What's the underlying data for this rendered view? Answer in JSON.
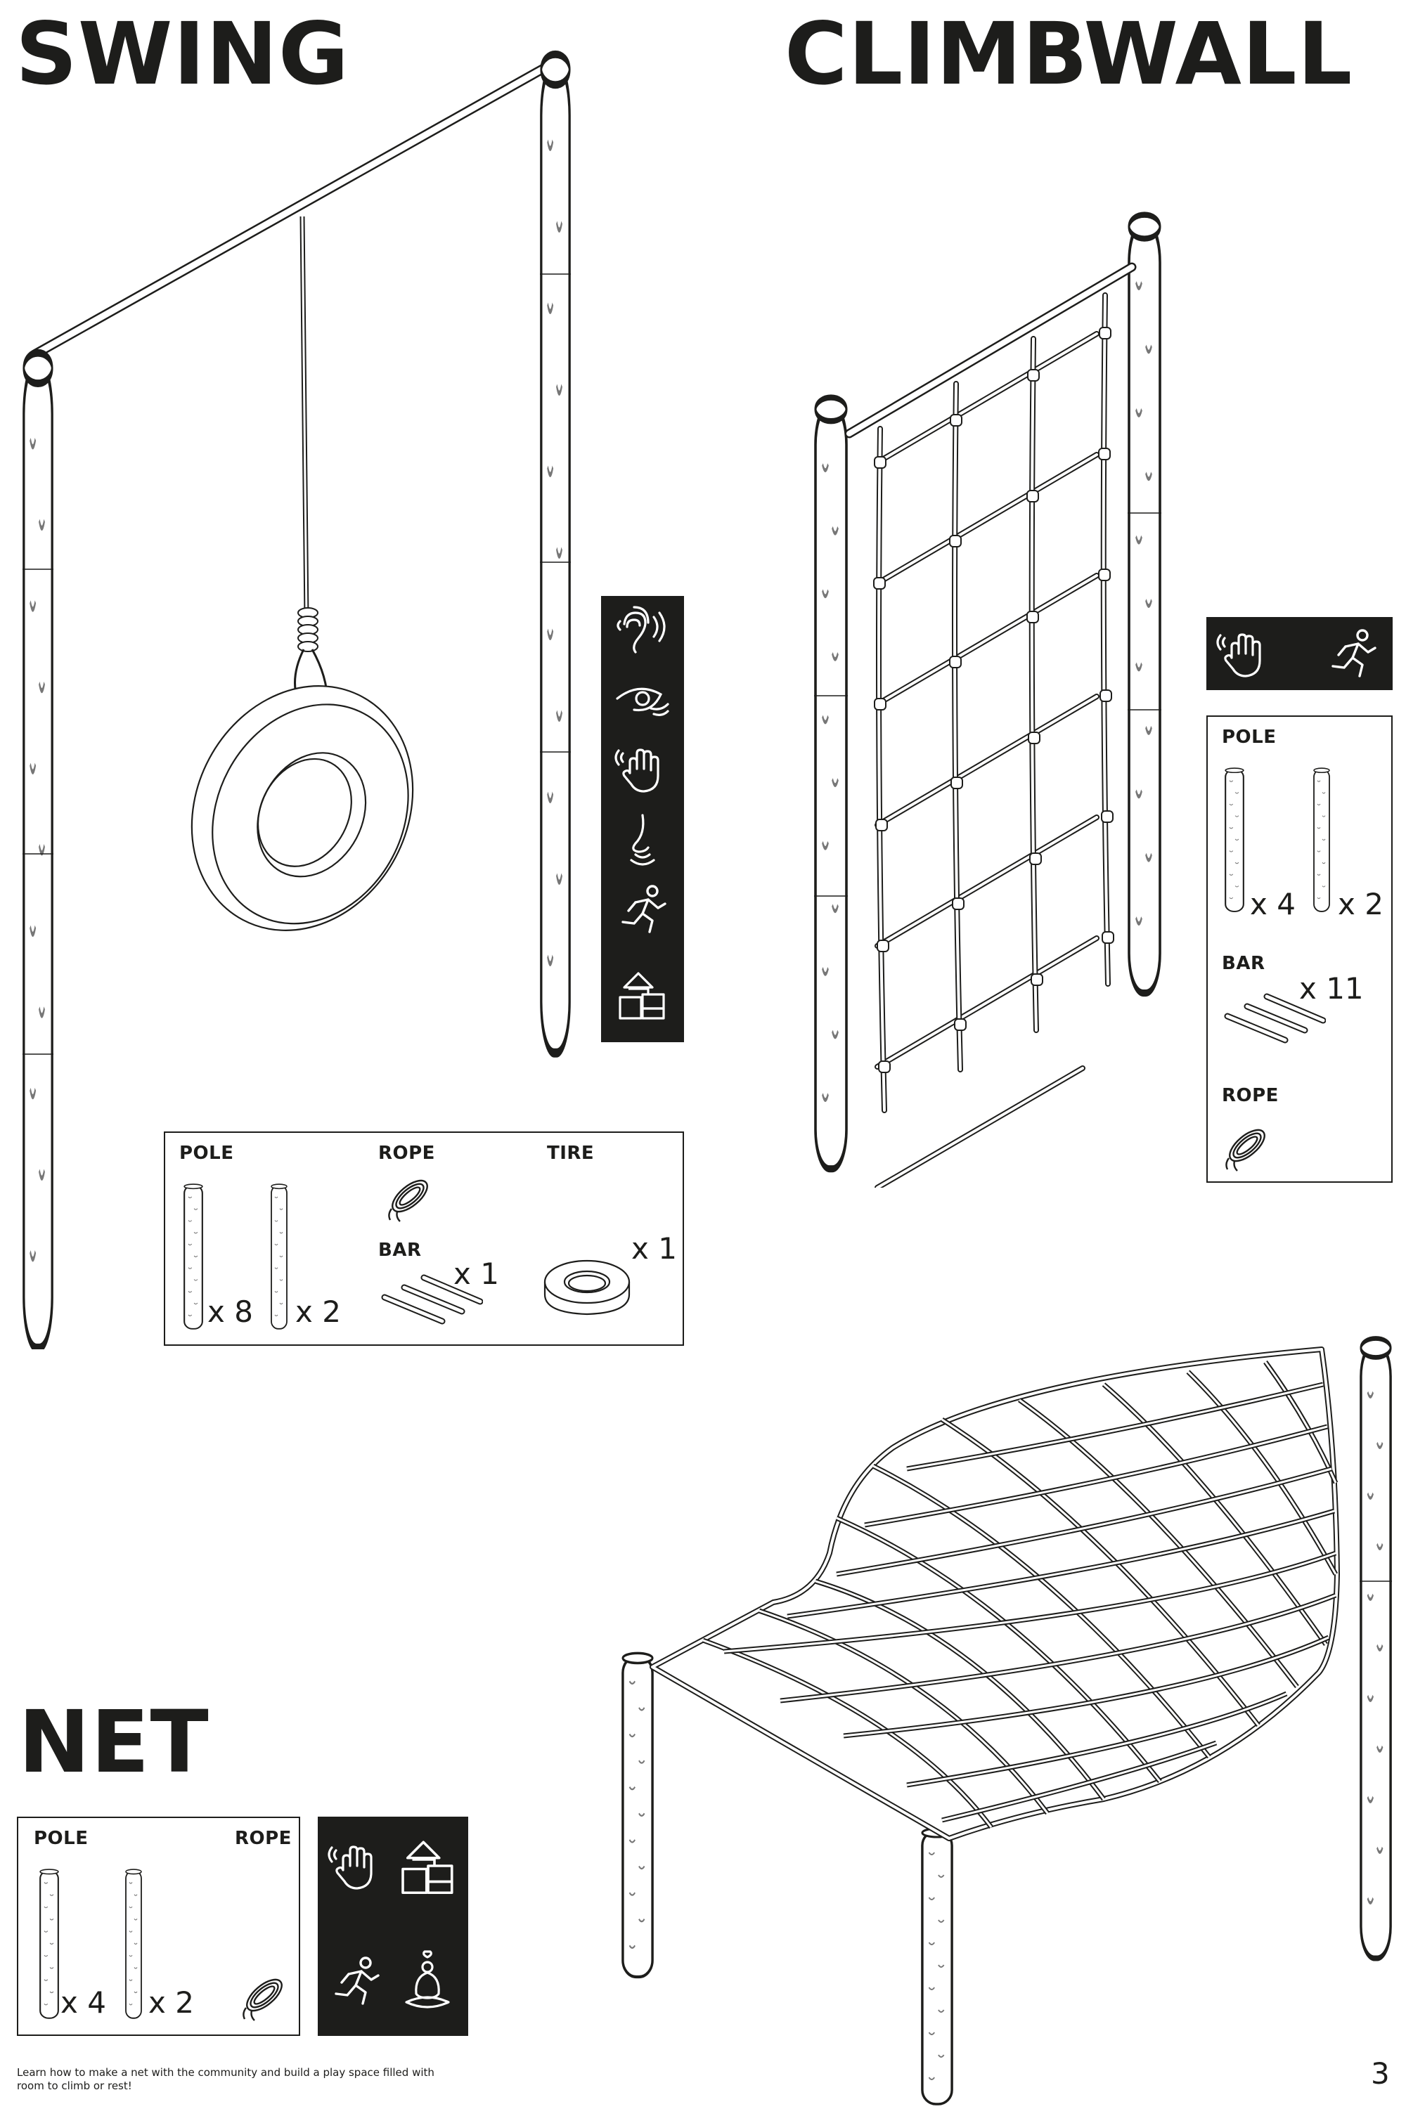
{
  "swing": {
    "title": "SWING",
    "parts": {
      "pole_label": "POLE",
      "rope_label": "ROPE",
      "tire_label": "TIRE",
      "bar_label": "BAR",
      "pole_qty_a": "x 8",
      "pole_qty_b": "x 2",
      "bar_qty": "x 1",
      "tire_qty": "x 1"
    },
    "senses": [
      "ear-icon",
      "eye-icon",
      "hand-icon",
      "nose-icon",
      "running-icon",
      "blocks-icon"
    ]
  },
  "climbwall": {
    "title": "CLIMBWALL",
    "parts": {
      "pole_label": "POLE",
      "bar_label": "BAR",
      "rope_label": "ROPE",
      "pole_qty_a": "x 4",
      "pole_qty_b": "x 2",
      "bar_qty": "x 11"
    },
    "senses": [
      "hand-icon",
      "running-icon"
    ]
  },
  "net": {
    "title": "NET",
    "parts": {
      "pole_label": "POLE",
      "rope_label": "ROPE",
      "pole_qty_a": "x 4",
      "pole_qty_b": "x 2"
    },
    "senses": [
      "hand-icon",
      "blocks-icon",
      "running-icon",
      "meditation-icon"
    ]
  },
  "footer": {
    "line1": "Learn how to make a net with the community and build a play space filled with",
    "line2": "room to climb or rest!",
    "page_number": "3"
  }
}
